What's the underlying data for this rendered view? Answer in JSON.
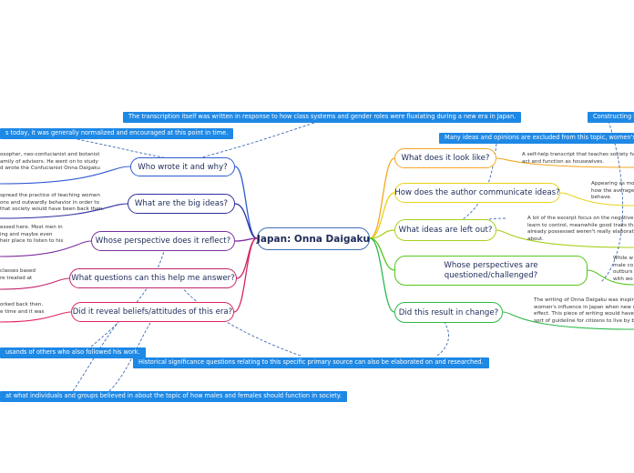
{
  "central": {
    "label": "Japan: Onna Daigaku"
  },
  "left_branches": [
    {
      "label": "Who wrote it and why?",
      "color": "#2f5bd3",
      "note": [
        "osopher, neo-confucianist and botanist",
        "amily of advisors. He went on to study",
        "d wrote the Confucianist Onna Daigaku"
      ]
    },
    {
      "label": "What are the big ideas?",
      "color": "#2c2f9e",
      "note": [
        "spread the practice of teaching women",
        "ons and outwardly behavior in order to",
        "that society would have been back then."
      ]
    },
    {
      "label": "Whose perspective does it reflect?",
      "color": "#7b2f9e",
      "note": [
        "essed here. Most men in",
        "ing and maybe even",
        "heir place to listen to his"
      ]
    },
    {
      "label": "What questions can this help me answer?",
      "color": "#c2266e",
      "note": [
        " classes based",
        "re treated at"
      ]
    },
    {
      "label": "Did it reveal beliefs/attitudes of this era?",
      "color": "#e0245e",
      "note": [
        "orked back then.",
        "e time and it was"
      ]
    }
  ],
  "right_branches": [
    {
      "label": "What does it look like?",
      "color": "#f5a623",
      "note": [
        "A self-help transcript that teaches society ho",
        "act and function as housewives."
      ]
    },
    {
      "label": "How does the author communicate ideas?",
      "color": "#e8d31a",
      "note": [
        "Appearing as mo",
        "how the average",
        "behave."
      ]
    },
    {
      "label": "What ideas are left out?",
      "color": "#a8d01d",
      "note": [
        "A lot of the excerpt focus on the negative t",
        "learn to control, meanwhile good traits tha",
        "already possessed weren't really elaborat",
        "about."
      ]
    },
    {
      "label": "Whose perspectives are questioned/challenged?",
      "line1": "Whose perspectives are",
      "line2": "questioned/challenged?",
      "color": "#55c61d",
      "note": [
        "While w",
        "male co",
        "outburs",
        "with wo"
      ]
    },
    {
      "label": "Did this result in change?",
      "color": "#2fb84a",
      "note": [
        "The writing of Onna Daigaku was inspire",
        "women's influence in Japan when new c",
        "effect. This piece of writing would have b",
        "sort of guideline for citizens to live by ba"
      ]
    }
  ],
  "banners": [
    {
      "id": "transcription",
      "text": "The transcription itself was written in response to how class systems and gender roles were fluxiating during a new era in Japan."
    },
    {
      "id": "today",
      "text": "s today, it was generally normalized and encouraged at this point in time."
    },
    {
      "id": "constructing",
      "text": "Constructing h"
    },
    {
      "id": "many-ideas",
      "text": "Many ideas and opinions are excluded from this topic, women's"
    },
    {
      "id": "thousands",
      "text": "usands of others who also followed his work."
    },
    {
      "id": "historical",
      "text": "Historical significance questions relating to this specific primary source can also be elaborated on and researched."
    },
    {
      "id": "beliefs",
      "text": "at what individuals and groups believed in about the topic of how males and females should function in society."
    }
  ],
  "colors": {
    "banner": "#1e88e5",
    "central_border": "#3f6fb7",
    "text": "#1c2a57",
    "link": "#3d6bb3"
  }
}
